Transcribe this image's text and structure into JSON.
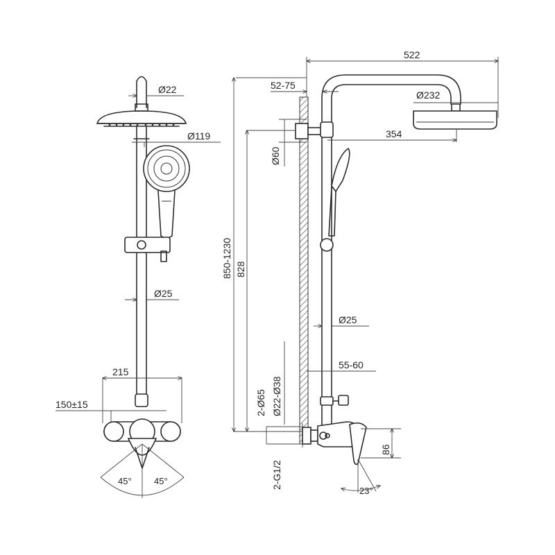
{
  "front_view": {
    "top_pipe_dia": "Ø22",
    "hand_shower_dia": "Ø119",
    "riser_dia": "Ø25",
    "mixer_width": "215",
    "inlet_spacing": "150±15",
    "angle_left": "45°",
    "angle_right": "45°"
  },
  "side_view": {
    "total_reach": "522",
    "wall_offset": "52-75",
    "head_shower_dia": "Ø232",
    "arm_length": "354",
    "bracket_dia": "Ø60",
    "height_range": "850-1230",
    "height_828": "828",
    "riser_dia": "Ø25",
    "riser_offset": "55-60",
    "escutcheon_dia": "2-Ø65",
    "pipe_dia": "Ø22-Ø38",
    "inlet_thread": "2-G1/2",
    "lever_height": "86",
    "lever_angle": "23°"
  }
}
